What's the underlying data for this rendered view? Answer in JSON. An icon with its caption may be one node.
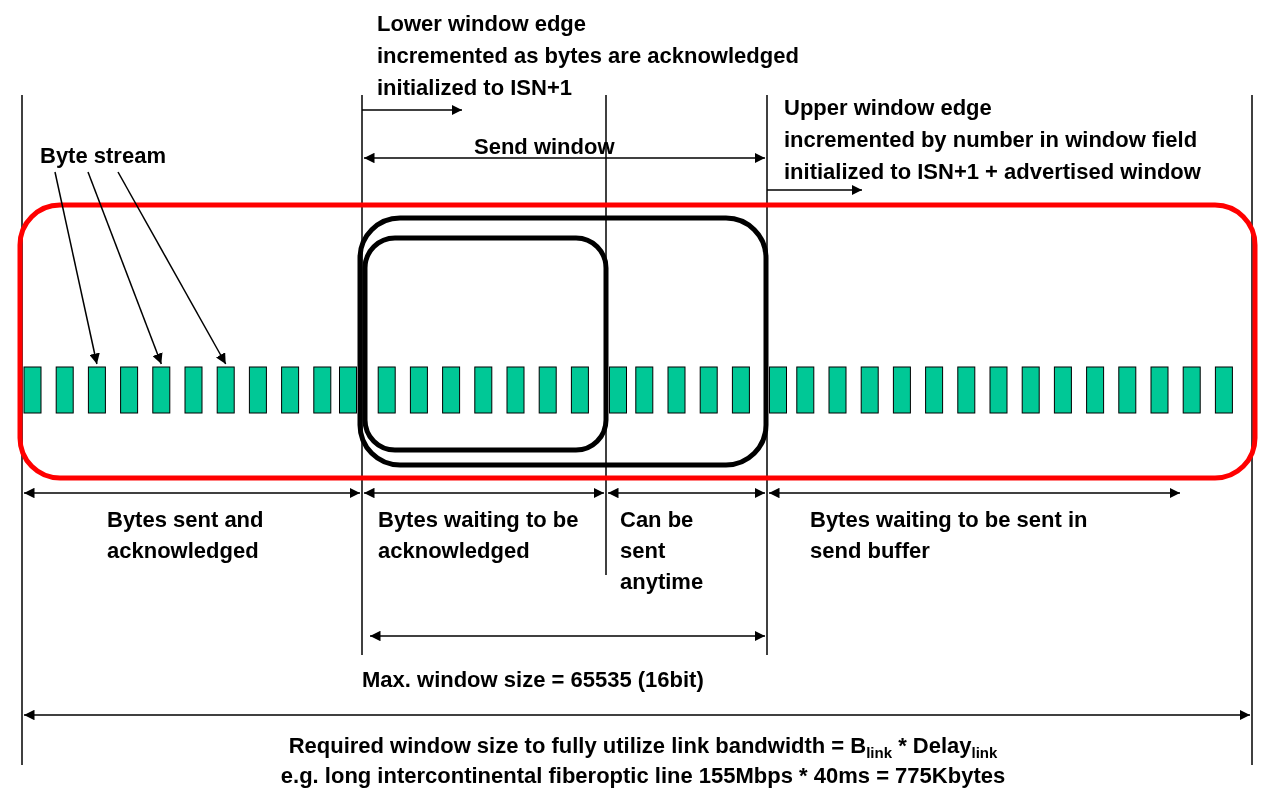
{
  "diagram": {
    "nodes": [
      {
        "text": [
          "Byte stream"
        ]
      },
      {
        "text": [],
        "shape": "bar"
      },
      {
        "text": [],
        "shape": "bar"
      },
      {
        "text": [],
        "shape": "bar"
      }
    ],
    "edges": [
      {
        "from": 0,
        "to": 1,
        "arrow": "to"
      },
      {
        "from": 0,
        "to": 2,
        "arrow": "to"
      },
      {
        "from": 0,
        "to": 3,
        "arrow": "to"
      }
    ],
    "labels": [
      "Lower window edge",
      "incremented as bytes are acknowledged",
      "initialized to ISN+1",
      "Upper window edge",
      "incremented by number in window field",
      "initialized to ISN+1 + advertised window",
      "Send window",
      "Bytes sent and acknowledged",
      "Bytes waiting to be acknowledged",
      "Can be sent anytime",
      "Bytes waiting to be sent in send buffer",
      "Max. window size = 65535 (16bit)",
      "Required window size to fully utilize link bandwidth = B$_{link}$ * Delay$_{link}$",
      "e.g. long intercontinental fiberoptic line 155Mbps * 40ms = 775Kbytes"
    ]
  }
}
